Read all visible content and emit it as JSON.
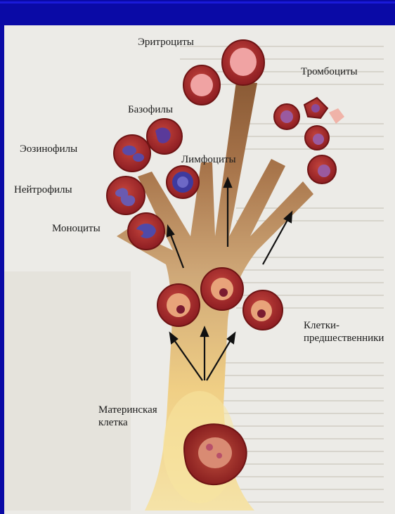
{
  "labels": {
    "erythrocytes": "Эритроциты",
    "platelets": "Тромбоциты",
    "basophils": "Базофилы",
    "eosinophils": "Эозинофилы",
    "lymphocytes": "Лимфоциты",
    "neutrophils": "Нейтрофилы",
    "monocytes": "Моноциты",
    "progenitors": "Клетки-\nпредшественники",
    "stem_cell": "Материнская\nклетка"
  },
  "colors": {
    "background": "#0a0aa6",
    "panel": "#ecebe7",
    "stem_light": "#f3d98a",
    "stem_mid": "#c8a574",
    "stem_dark": "#9a6a42",
    "cell_fill": "#a8262b",
    "cell_ring": "#7a1418"
  }
}
